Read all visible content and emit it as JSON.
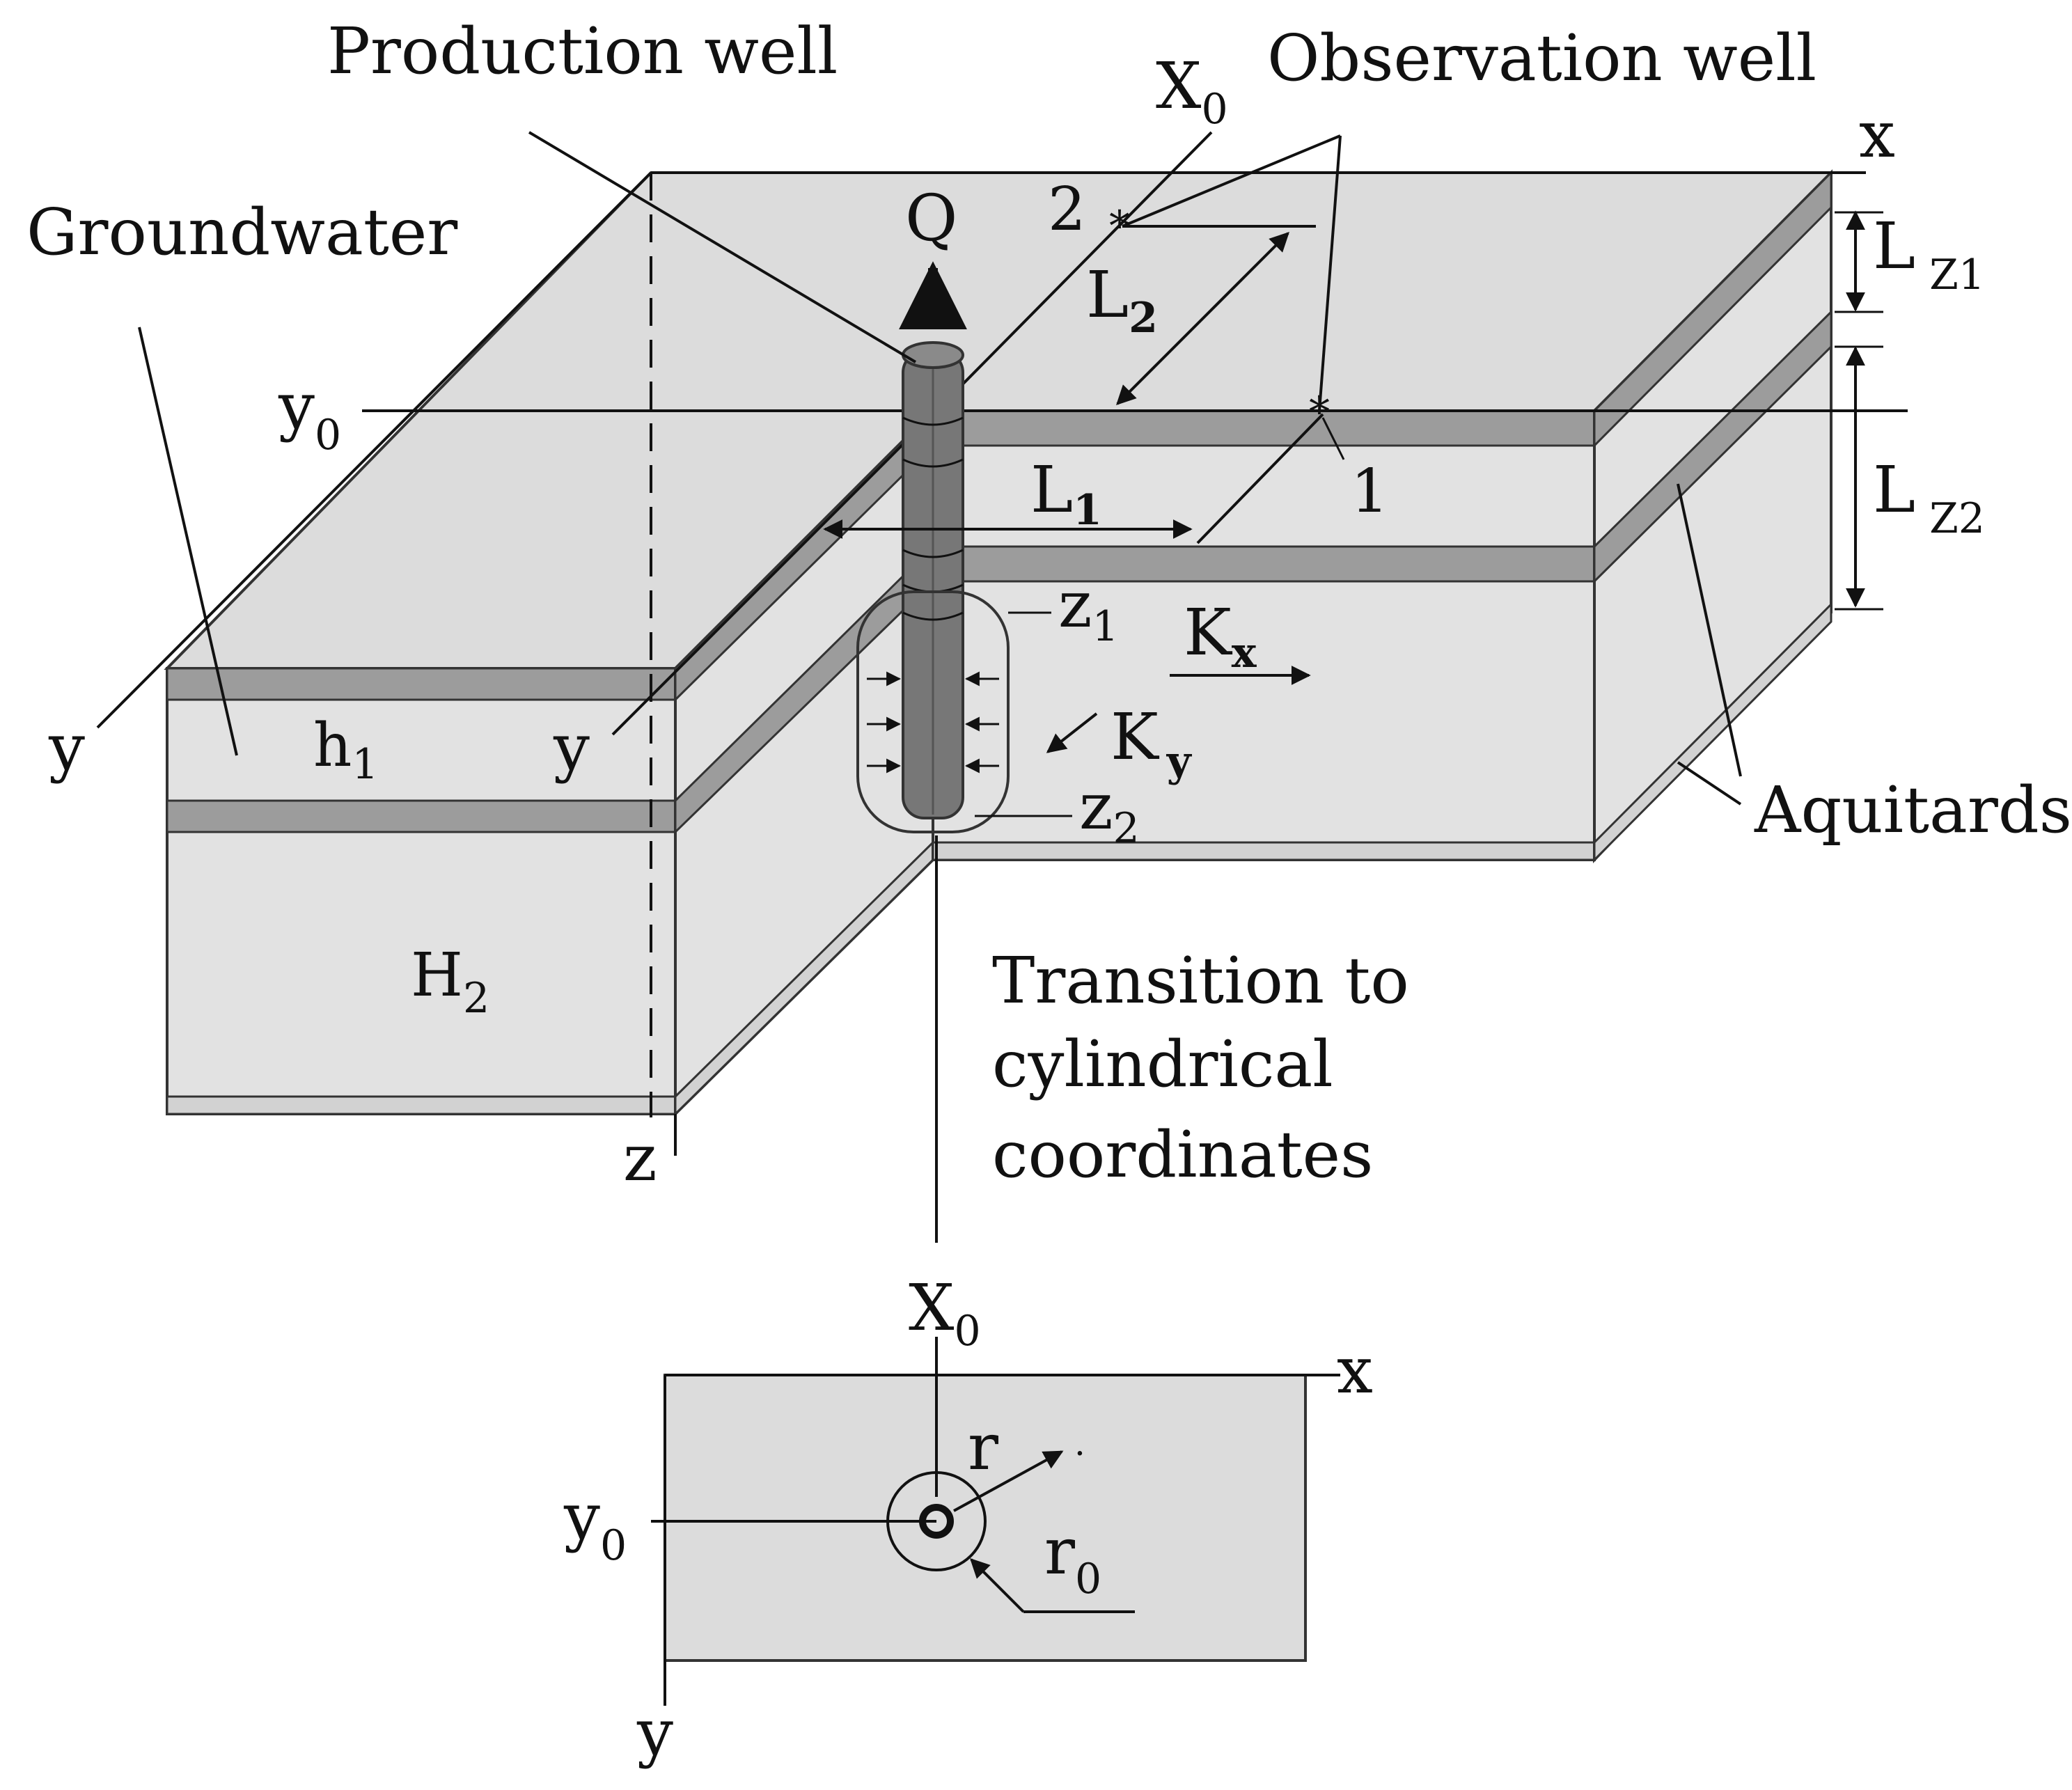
{
  "labels": {
    "production_well": "Production well",
    "observation_well": "Observation well",
    "groundwater": "Groundwater",
    "aquitards": "Aquitards",
    "transition_line1": "Transition to",
    "transition_line2": "cylindrical",
    "transition_line3": "coordinates",
    "Q": "Q",
    "x_top": "x",
    "x_plan": "x",
    "y_left": "y",
    "y_mid": "y",
    "y_plan": "y",
    "z": "z",
    "X0_top": {
      "base": "X",
      "sub": "0"
    },
    "X0_plan": {
      "base": "X",
      "sub": "0"
    },
    "y0_top": {
      "base": "y",
      "sub": "0"
    },
    "y0_plan": {
      "base": "y",
      "sub": "0"
    },
    "h1": {
      "base": "h",
      "sub": "1"
    },
    "H2": {
      "base": "H",
      "sub": "2"
    },
    "L1": {
      "base": "L",
      "sub": "1"
    },
    "L2": {
      "base": "L",
      "sub": "2"
    },
    "Lz1": {
      "base": "L",
      "sub": "Z1"
    },
    "Lz2": {
      "base": "L",
      "sub": "Z2"
    },
    "z1": {
      "base": "z",
      "sub": "1"
    },
    "z2": {
      "base": "z",
      "sub": "2"
    },
    "Kx": {
      "base": "K",
      "sub": "x"
    },
    "Ky": {
      "base": "K",
      "sub": "y"
    },
    "r": "r",
    "r0": {
      "base": "r",
      "sub": "0"
    },
    "obs1": "1",
    "obs2": "2"
  },
  "colors": {
    "face": "#dcdcdc",
    "band": "#9c9c9c",
    "well": "#777777",
    "ink": "#111111"
  }
}
